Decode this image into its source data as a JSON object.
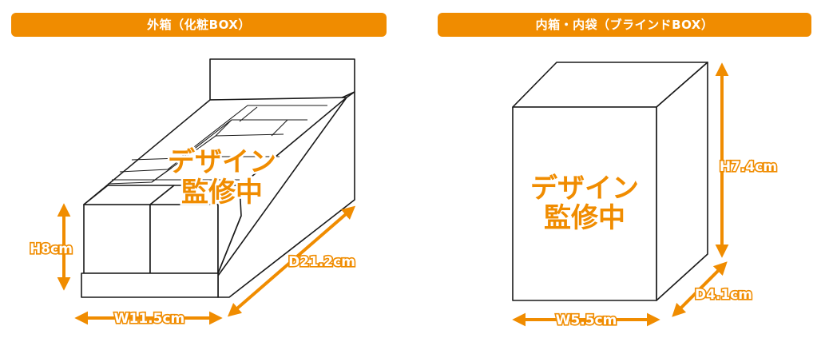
{
  "left_panel": {
    "title": "外箱（化粧BOX）",
    "stamp_line1": "デザイン",
    "stamp_line2": "監修中",
    "height_label": "H8cm",
    "width_label": "W11.5cm",
    "depth_label": "D21.2cm"
  },
  "right_panel": {
    "title": "内箱・内袋（ブラインドBOX）",
    "stamp_line1": "デザイン",
    "stamp_line2": "監修中",
    "height_label": "H7.4cm",
    "width_label": "W5.5cm",
    "depth_label": "D4.1cm"
  },
  "colors": {
    "accent": "#f08c00",
    "line": "#1a1a1a",
    "background": "#ffffff"
  }
}
